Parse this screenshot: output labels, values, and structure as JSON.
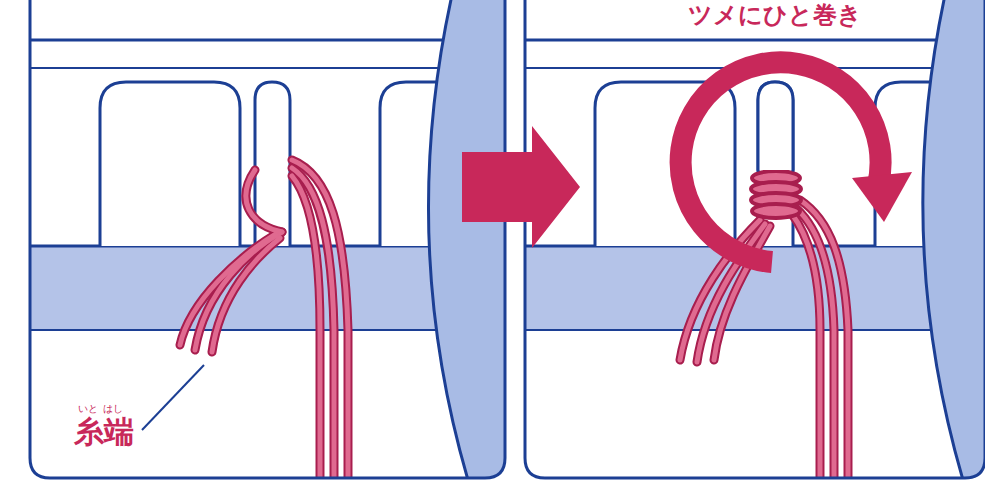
{
  "diagram": {
    "labels": [
      "ツメにひと巻き",
      "いと",
      "はし",
      "糸端"
    ]
  }
}
